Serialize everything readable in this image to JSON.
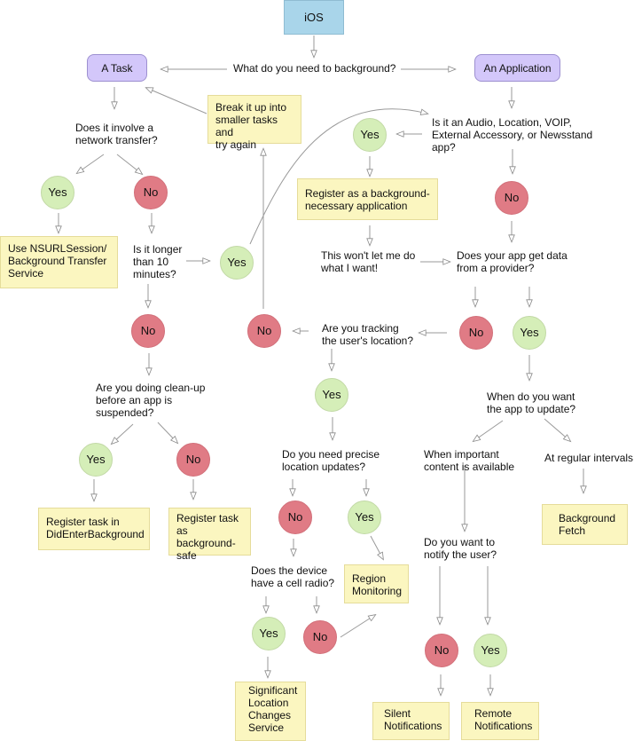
{
  "diagram": {
    "root": "iOS",
    "question_main": "What do you need to background?",
    "categories": {
      "task": "A Task",
      "application": "An Application"
    },
    "task_branch": {
      "q_network": "Does it involve a\nnetwork transfer?",
      "yes": "Yes",
      "no": "No",
      "result_nsurl": "Use NSURLSession/\nBackground Transfer\nService",
      "q_longer": "Is it longer\nthan 10\nminutes?",
      "yes_longer": "Yes",
      "no_longer": "No",
      "result_breakup": "Break it up into\nsmaller tasks and\ntry again",
      "q_cleanup": "Are you doing clean-up\nbefore an app is\nsuspended?",
      "yes_cleanup": "Yes",
      "no_cleanup": "No",
      "result_didenter": "Register task in\nDidEnterBackground",
      "result_safe": "Register task\nas background-\nsafe"
    },
    "app_branch": {
      "q_type": "Is it an Audio, Location, VOIP,\nExternal Accessory, or Newsstand\napp?",
      "yes_type": "Yes",
      "no_type": "No",
      "result_register": "Register as a background-\nnecessary application",
      "note_wont": "This won't let me do\nwhat I want!",
      "q_provider": "Does your app get data\nfrom a provider?",
      "no_provider": "No",
      "yes_provider": "Yes",
      "q_tracking": "Are you tracking\nthe user's location?",
      "no_tracking": "No",
      "yes_tracking": "Yes",
      "q_precise": "Do you need precise\nlocation updates?",
      "no_precise": "No",
      "yes_precise": "Yes",
      "result_region": "Region\nMonitoring",
      "q_cell": "Does the device\nhave a cell radio?",
      "yes_cell": "Yes",
      "no_cell": "No",
      "result_significant": "Significant\nLocation\nChanges\nService",
      "q_update": "When do you want\nthe app to update?",
      "opt_important": "When important\ncontent is available",
      "opt_regular": "At regular intervals",
      "result_fetch": "Background\nFetch",
      "q_notify": "Do you want to\nnotify the user?",
      "no_notify": "No",
      "yes_notify": "Yes",
      "result_silent": "Silent\nNotifications",
      "result_remote": "Remote\nNotifications"
    }
  }
}
